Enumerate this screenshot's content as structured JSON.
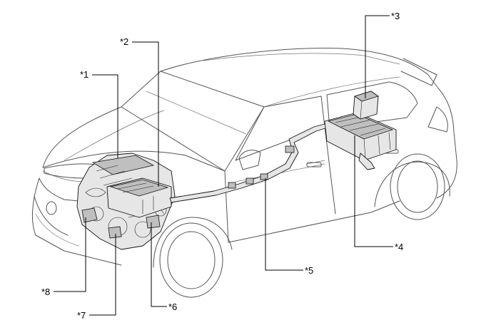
{
  "callouts": [
    {
      "id": "1",
      "label": "*1"
    },
    {
      "id": "2",
      "label": "*2"
    },
    {
      "id": "3",
      "label": "*3"
    },
    {
      "id": "4",
      "label": "*4"
    },
    {
      "id": "5",
      "label": "*5"
    },
    {
      "id": "6",
      "label": "*6"
    },
    {
      "id": "7",
      "label": "*7"
    },
    {
      "id": "8",
      "label": "*8"
    }
  ],
  "colors": {
    "outline": "#555555",
    "component_fill": "#e6e6e6",
    "component_stroke": "#111111",
    "leader": "#000000"
  }
}
